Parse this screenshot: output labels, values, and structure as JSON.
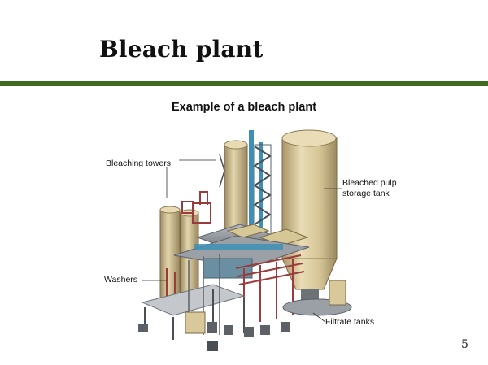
{
  "slide": {
    "title": "Bleach plant",
    "page_number": "5"
  },
  "diagram": {
    "heading": "Example of a bleach plant",
    "callouts": {
      "bleaching_towers": "Bleaching towers",
      "bleached_pulp_line1": "Bleached pulp",
      "bleached_pulp_line2": "storage tank",
      "washers": "Washers",
      "filtrate_tanks": "Filtrate tanks"
    }
  },
  "colors": {
    "rule": "#3e6b1f",
    "tank_beige": "#d9c89a",
    "pipe_blue": "#3d8fb5",
    "pipe_red": "#9c3b3b",
    "steel_grey": "#8d939a"
  }
}
